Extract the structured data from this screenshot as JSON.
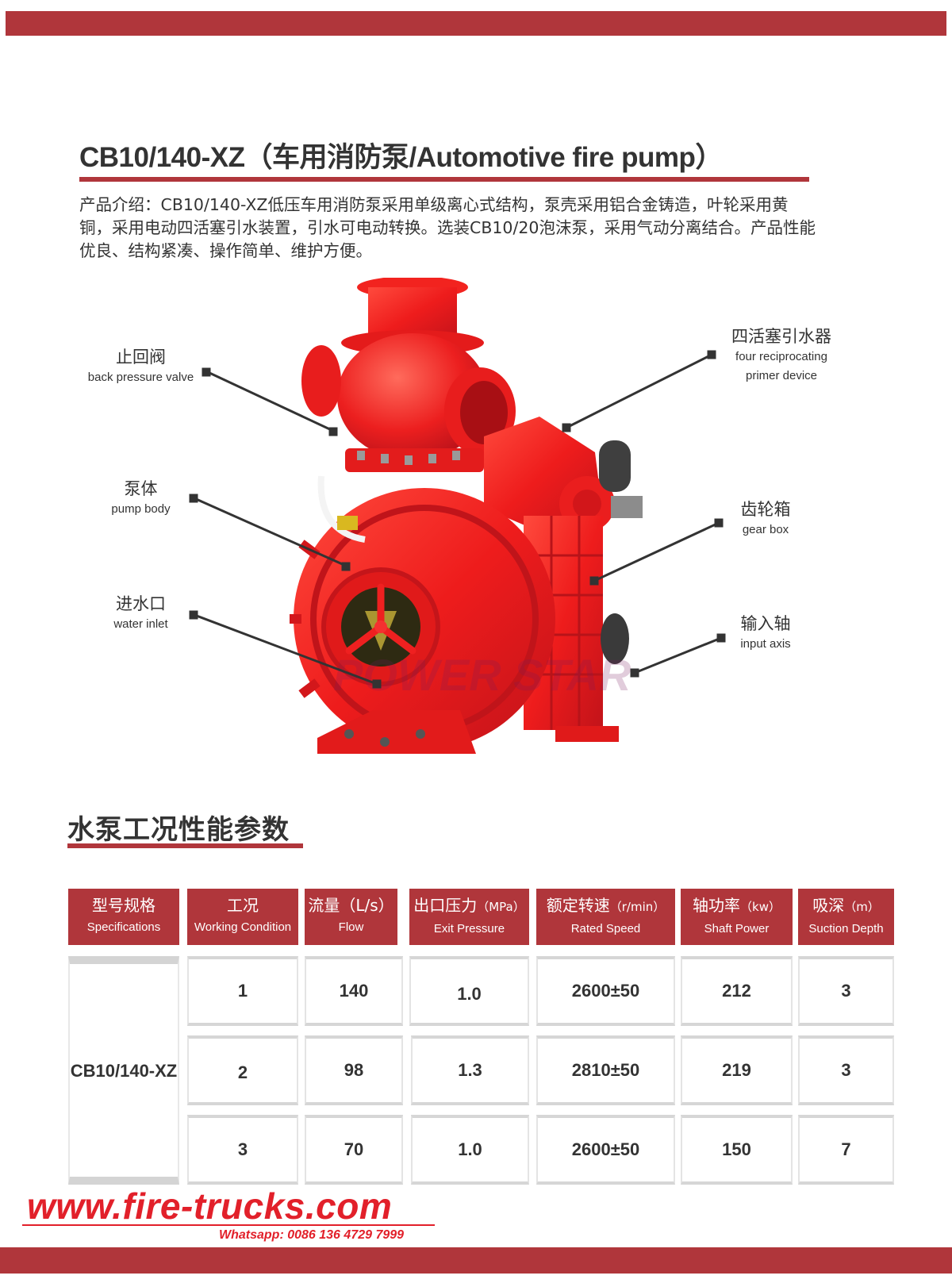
{
  "colors": {
    "brand_red": "#b0363b",
    "site_red": "#e2202a",
    "text": "#333333"
  },
  "header": {
    "title": "CB10/140-XZ（车用消防泵/Automotive fire pump）"
  },
  "intro": {
    "text": "产品介绍：CB10/140-XZ低压车用消防泵采用单级离心式结构，泵壳采用铝合金铸造，叶轮采用黄铜，采用电动四活塞引水装置，引水可电动转换。选装CB10/20泡沫泵，采用气动分离结合。产品性能优良、结构紧凑、操作简单、维护方便。"
  },
  "figure": {
    "watermark": "POWER STAR",
    "callouts": [
      {
        "zh": "止回阀",
        "en": "back pressure valve"
      },
      {
        "zh": "泵体",
        "en": "pump body"
      },
      {
        "zh": "进水口",
        "en": "water inlet"
      },
      {
        "zh": "四活塞引水器",
        "en": "four reciprocating",
        "en2": "primer device"
      },
      {
        "zh": "齿轮箱",
        "en": "gear box"
      },
      {
        "zh": "输入轴",
        "en": "input axis"
      }
    ]
  },
  "performance": {
    "section_title": "水泵工况性能参数",
    "columns": [
      {
        "zh": "型号规格",
        "unit": "",
        "en": "Specifications"
      },
      {
        "zh": "工况",
        "unit": "",
        "en": "Working Condition"
      },
      {
        "zh": "流量",
        "unit": "（L/s）",
        "en": "Flow"
      },
      {
        "zh": "出口压力",
        "unit": "（MPa）",
        "en": "Exit Pressure"
      },
      {
        "zh": "额定转速",
        "unit": "（r/min）",
        "en": "Rated Speed"
      },
      {
        "zh": "轴功率",
        "unit": "（kw）",
        "en": "Shaft Power"
      },
      {
        "zh": "吸深",
        "unit": "（m）",
        "en": "Suction Depth"
      }
    ],
    "model": "CB10/140-XZ",
    "rows": [
      {
        "condition": "1",
        "flow": "140",
        "pressure": "1.0",
        "speed": "2600±50",
        "power": "212",
        "depth": "3"
      },
      {
        "condition": "2",
        "flow": "98",
        "pressure": "1.3",
        "speed": "2810±50",
        "power": "219",
        "depth": "3"
      },
      {
        "condition": "3",
        "flow": "70",
        "pressure": "1.0",
        "speed": "2600±50",
        "power": "150",
        "depth": "7"
      }
    ]
  },
  "footer": {
    "website": "www.fire-trucks.com",
    "whatsapp": "Whatsapp: 0086 136 4729 7999"
  }
}
